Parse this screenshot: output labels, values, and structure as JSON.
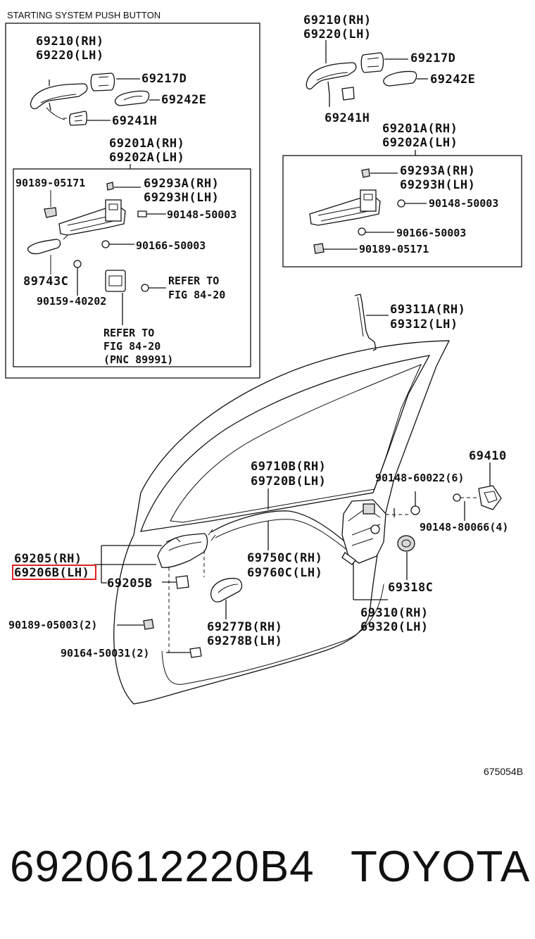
{
  "inset_title": "STARTING SYSTEM PUSH BUTTON",
  "labels": {
    "l_69210_a": "69210(RH)",
    "l_69220_a": "69220(LH)",
    "l_69217d_a": "69217D",
    "l_69242e_a": "69242E",
    "l_69241h_a": "69241H",
    "l_69201a_a": "69201A(RH)",
    "l_69202a_a": "69202A(LH)",
    "l_90189_a": "90189-05171",
    "l_69293a_a": "69293A(RH)",
    "l_69293h_a": "69293H(LH)",
    "l_90148_a": "90148-50003",
    "l_90166_a": "90166-50003",
    "l_89743c": "89743C",
    "l_90159": "90159-40202",
    "l_refer1_a": "REFER TO",
    "l_refer1_b": "FIG 84-20",
    "l_refer2_a": "REFER TO",
    "l_refer2_b": "FIG 84-20",
    "l_refer2_c": "(PNC 89991)",
    "l_69210_b": "69210(RH)",
    "l_69220_b": "69220(LH)",
    "l_69217d_b": "69217D",
    "l_69242e_b": "69242E",
    "l_69241h_b": "69241H",
    "l_69201a_b": "69201A(RH)",
    "l_69202a_b": "69202A(LH)",
    "l_69293a_b": "69293A(RH)",
    "l_69293h_b": "69293H(LH)",
    "l_90148_b": "90148-50003",
    "l_90166_b": "90166-50003",
    "l_90189_b": "90189-05171",
    "l_69311a": "69311A(RH)",
    "l_69312": "69312(LH)",
    "l_69710b": "69710B(RH)",
    "l_69720b": "69720B(LH)",
    "l_90148_60022": "90148-60022(6)",
    "l_69410": "69410",
    "l_90148_80066": "90148-80066(4)",
    "l_69205rh": "69205(RH)",
    "l_69206b": "69206B(LH)",
    "l_69205b": "69205B",
    "l_69750c": "69750C(RH)",
    "l_69760c": "69760C(LH)",
    "l_69318c": "69318C",
    "l_69310": "69310(RH)",
    "l_69320": "69320(LH)",
    "l_90189_05003": "90189-05003(2)",
    "l_69277b": "69277B(RH)",
    "l_69278b": "69278B(LH)",
    "l_90164": "90164-50031(2)",
    "l_ref_code": "675054B"
  },
  "footer": {
    "part_number": "6920612220B4",
    "brand": "TOYOTA"
  },
  "highlight_color": "#dd2222"
}
